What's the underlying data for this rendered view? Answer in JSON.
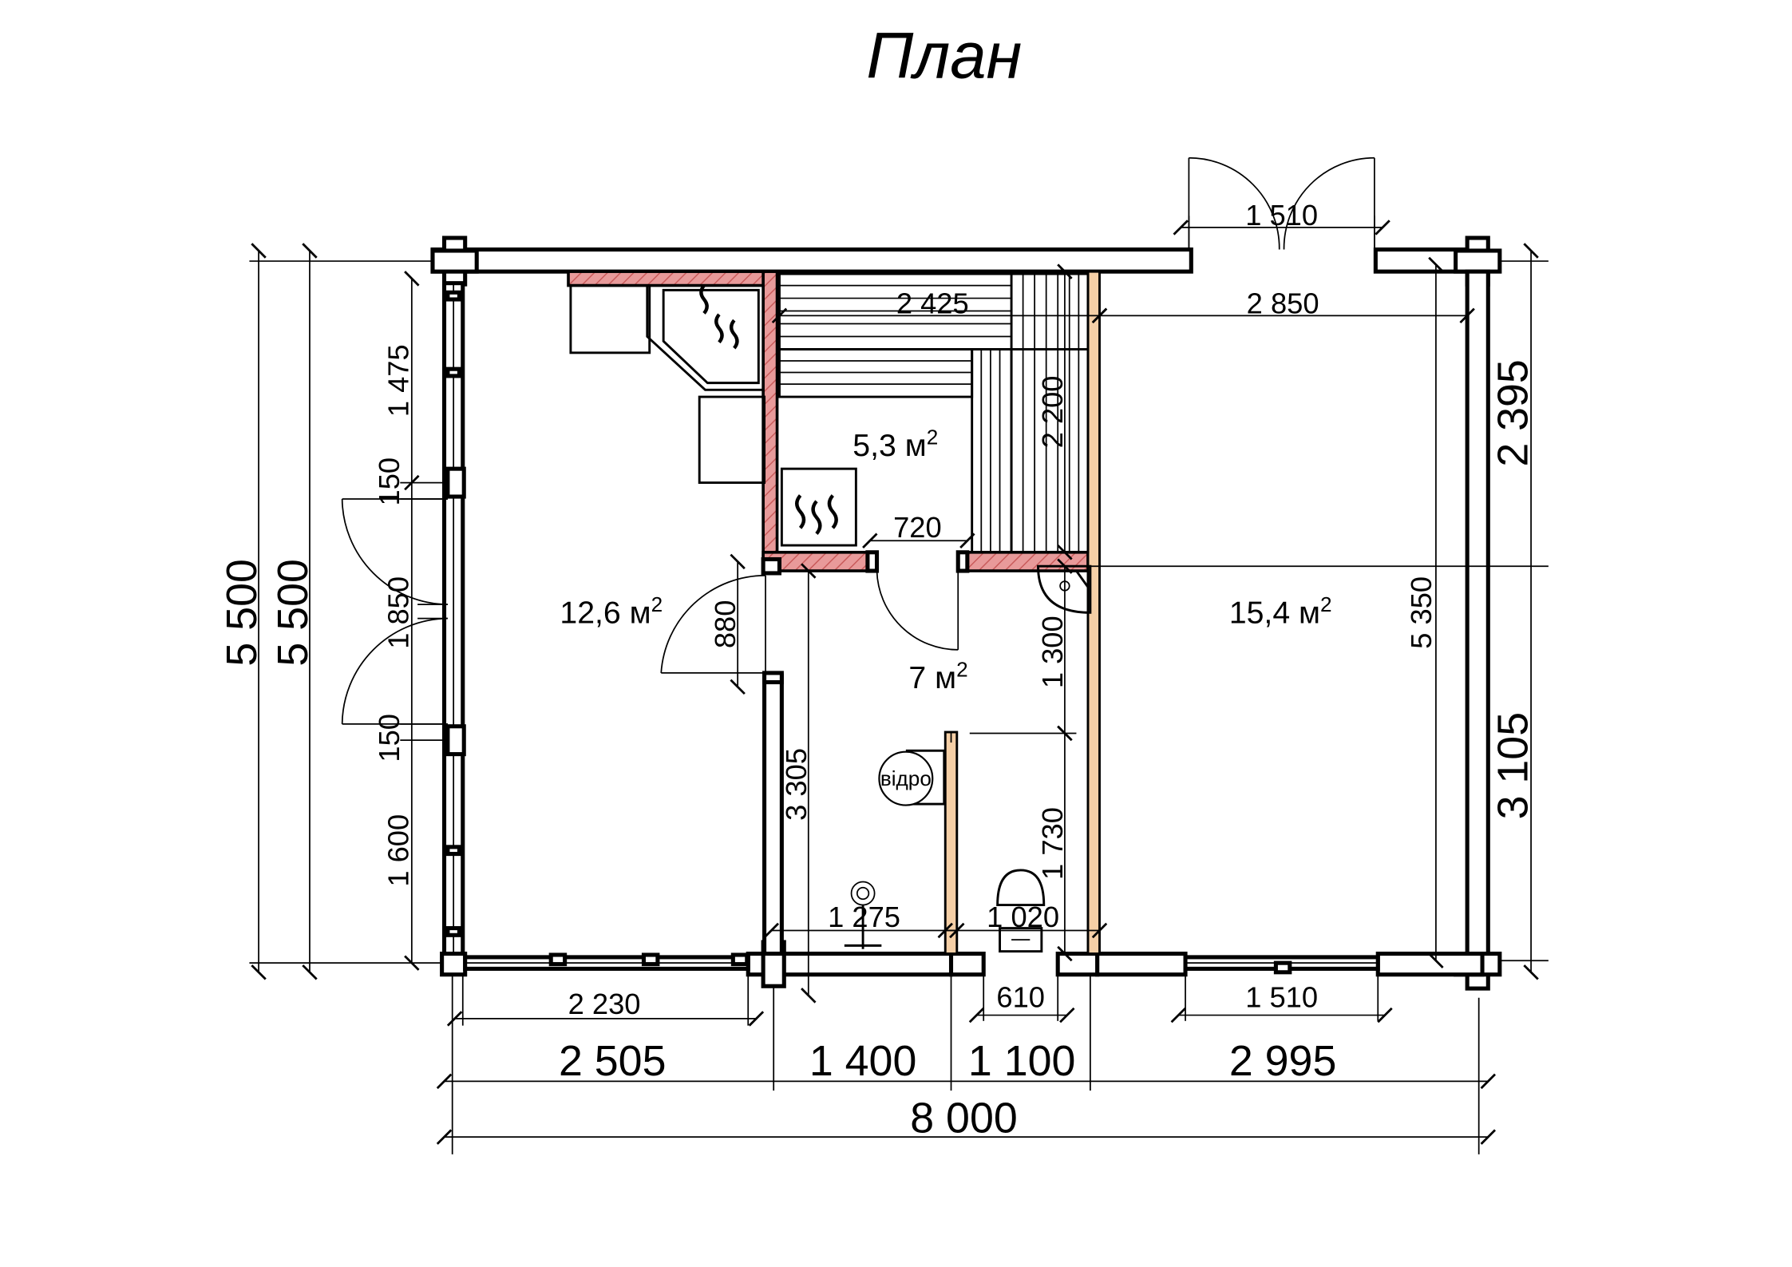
{
  "title": "План",
  "areas": {
    "steam_room": "5,3 м",
    "rest_room": "12,6 м",
    "washing_room": "7 м",
    "terrace": "15,4 м",
    "superscript": "2"
  },
  "fixtures": {
    "bucket": "відро"
  },
  "dimensions": {
    "door_front_top": "1 510",
    "bench_length": "2 425",
    "terrace_inner_width": "2 850",
    "steam_room_depth": "2 200",
    "steam_door": "720",
    "rest_room_door": "880",
    "washing_width_upper": "1 300",
    "washing_length": "3 305",
    "toilet_length": "1 730",
    "shower_width": "1 275",
    "toilet_width": "1 020",
    "toilet_window": "610",
    "terrace_window_bottom": "1 510",
    "rest_window_bottom": "2 230",
    "terrace_depth_inner": "5 350",
    "left_window_top": "1 475",
    "left_pier_1": "150",
    "left_doors": "1 850",
    "left_pier_2": "150",
    "left_window_bottom": "1 600",
    "overall_height_outer": "5 500",
    "overall_height_inner": "5 500",
    "right_upper": "2 395",
    "right_lower": "3 105",
    "bottom_seg_1": "2 505",
    "bottom_seg_2": "1 400",
    "bottom_seg_3": "1 100",
    "bottom_seg_4": "2 995",
    "overall_width": "8 000"
  },
  "colors": {
    "brick_hatch": "#e89a9a",
    "timber_partition": "#f5cfa6",
    "wall_stroke": "#000000"
  },
  "icons": [
    "heater-icon",
    "stove-icon",
    "sink-icon",
    "shower-icon",
    "toilet-icon",
    "bucket-icon"
  ]
}
